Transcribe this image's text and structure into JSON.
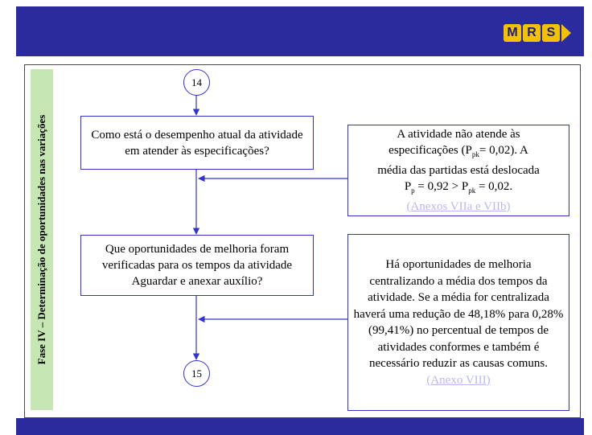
{
  "header": {
    "logo_letters": [
      "M",
      "R",
      "S"
    ]
  },
  "phase_label": "Fase IV – Determinação de oportunidades nas variações",
  "nodes": {
    "start": "14",
    "end": "15"
  },
  "questions": [
    "Como está o desempenho atual da atividade em atender às especificações?",
    "Que oportunidades de melhoria foram verificadas para os tempos da atividade Aguardar e anexar auxílio?"
  ],
  "answer1": {
    "line1": "A atividade não atende às",
    "line2_pre": "especificações (P",
    "line2_sub": "pk",
    "line2_post": "= 0,02). A",
    "line3": "média das partidas está deslocada",
    "f_p": "P",
    "f_p_sub": "p",
    "f_mid": " = 0,92 > P",
    "f_pk_sub": "pk",
    "f_end": " = 0,02.",
    "link": "(Anexos VIIa e VIIb)"
  },
  "answer2": {
    "text": "Há oportunidades de melhoria centralizando a média dos tempos da atividade. Se a média for centralizada haverá uma redução de 48,18% para 0,28% (99,41%) no percentual de tempos de atividades conformes e também é necessário reduzir as causas comuns.",
    "link": "(Anexo VIII)"
  }
}
